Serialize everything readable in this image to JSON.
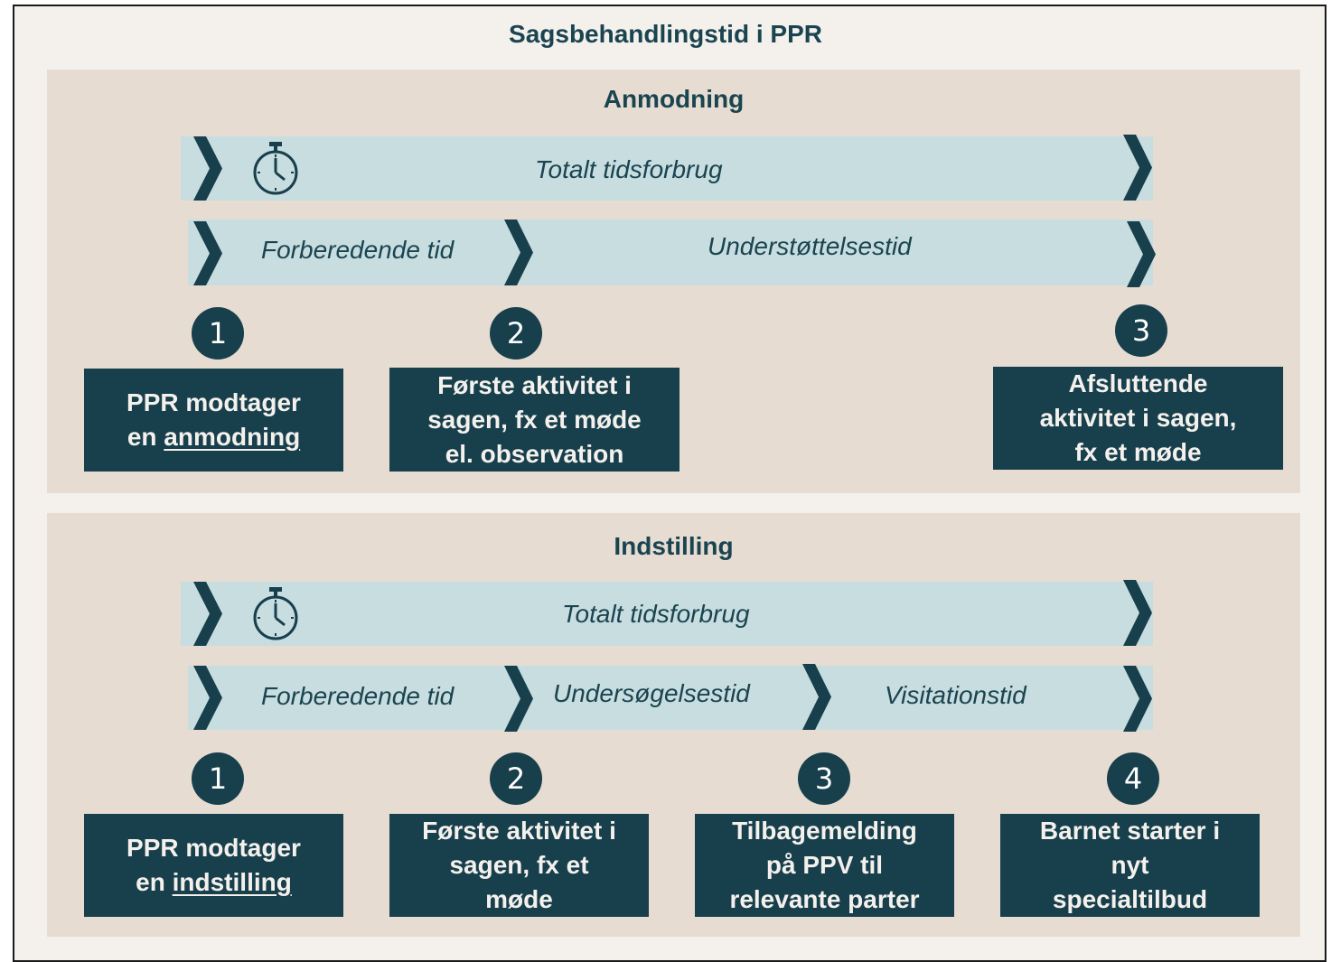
{
  "title": "Sagsbehandlingstid i PPR",
  "colors": {
    "dark_teal": "#173f4c",
    "bar": "#c8dde0",
    "panel": "#e6dcd2",
    "background": "#f4f1ed"
  },
  "anmodning": {
    "title": "Anmodning",
    "total_label": "Totalt tidsforbrug",
    "clock_icon": "stopwatch-icon",
    "phases": [
      "Forberedende tid",
      "Understøttelsestid"
    ],
    "steps": [
      {
        "num": "1",
        "line1": "PPR modtager",
        "line2_prefix": "en ",
        "line2_underlined": "anmodning"
      },
      {
        "num": "2",
        "line1": "Første aktivitet i",
        "line2": "sagen, fx et møde",
        "line3": "el. observation"
      },
      {
        "num": "3",
        "line1": "Afsluttende",
        "line2": "aktivitet i sagen,",
        "line3": "fx et møde"
      }
    ]
  },
  "indstilling": {
    "title": "Indstilling",
    "total_label": "Totalt tidsforbrug",
    "clock_icon": "stopwatch-icon",
    "phases": [
      "Forberedende tid",
      "Undersøgelsestid",
      "Visitationstid"
    ],
    "steps": [
      {
        "num": "1",
        "line1": "PPR modtager",
        "line2_prefix": "en ",
        "line2_underlined": "indstilling"
      },
      {
        "num": "2",
        "line1": "Første aktivitet i",
        "line2": "sagen, fx et",
        "line3": "møde"
      },
      {
        "num": "3",
        "line1": "Tilbagemelding",
        "line2": "på PPV til",
        "line3": "relevante parter"
      },
      {
        "num": "4",
        "line1": "Barnet starter i",
        "line2": "nyt",
        "line3": "specialtilbud"
      }
    ]
  }
}
